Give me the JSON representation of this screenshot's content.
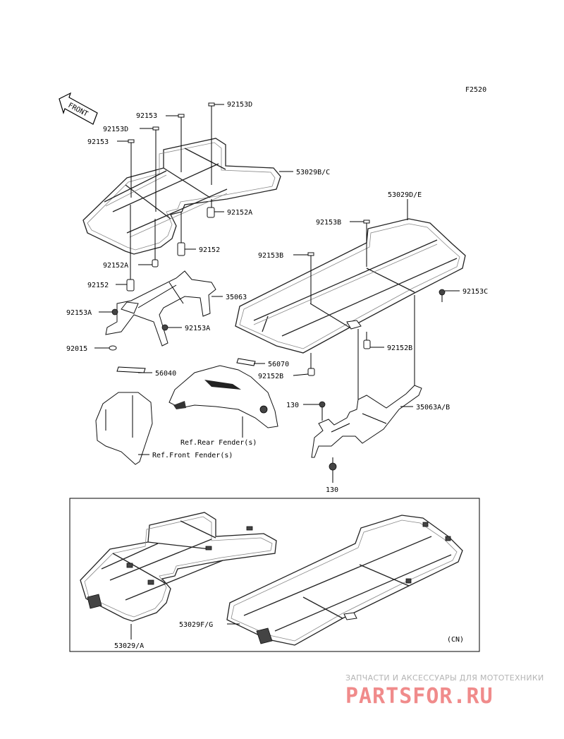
{
  "figure_code": "F2520",
  "front_arrow_label": "FRONT",
  "labels": {
    "p92153_top": "92153",
    "p92153D_top": "92153D",
    "p92153D_left": "92153D",
    "p92153_left": "92153",
    "p53029BC": "53029B/C",
    "p53029DE": "53029D/E",
    "p92152A_upper": "92152A",
    "p92153B_upper": "92153B",
    "p92152_mid": "92152",
    "p92153B_mid": "92153B",
    "p92152A_left": "92152A",
    "p92152_left": "92152",
    "p35063": "35063",
    "p92153C": "92153C",
    "p92153A_left": "92153A",
    "p92153A_mid": "92153A",
    "p92015": "92015",
    "p92152B_right": "92152B",
    "p56040": "56040",
    "p56070": "56070",
    "p92152B_mid": "92152B",
    "p130_upper": "130",
    "p35063AB": "35063A/B",
    "ref_rear_fender": "Ref.Rear Fender(s)",
    "ref_front_fender": "Ref.Front Fender(s)",
    "p130_lower": "130",
    "p53029FG": "53029F/G",
    "p53029A": "53029/A",
    "region_code": "(CN)"
  },
  "watermark": {
    "subtitle": "ЗАПЧАСТИ И АКСЕССУАРЫ ДЛЯ МОТОТЕХНИКИ",
    "brand": "PARTSFOR.RU"
  }
}
